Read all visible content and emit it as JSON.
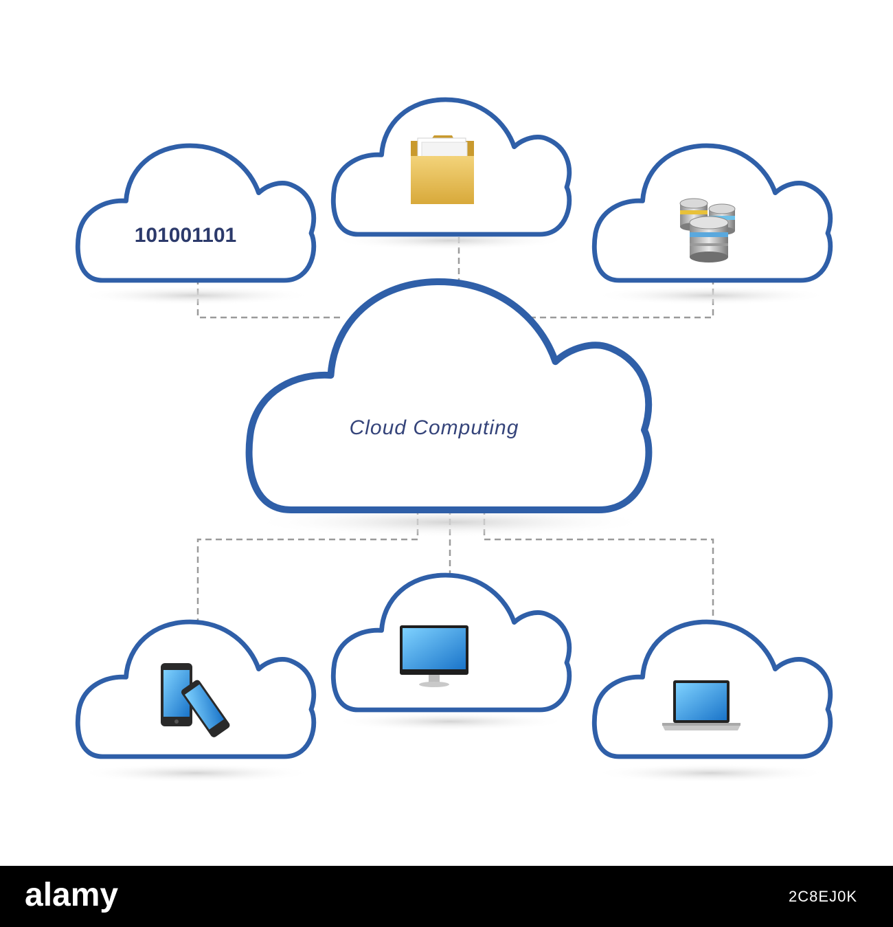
{
  "diagram": {
    "central_label": "Cloud Computing",
    "binary_label": "101001101",
    "colors": {
      "cloud_border": "#2f5fa8",
      "cloud_fill": "#ffffff",
      "connector": "#9a9a9a",
      "label_text": "#35447a"
    },
    "nodes": [
      {
        "name": "cloud-binary",
        "icon": "binary-text"
      },
      {
        "name": "cloud-folder",
        "icon": "folder-icon"
      },
      {
        "name": "cloud-database",
        "icon": "database-icon"
      },
      {
        "name": "cloud-smartphones",
        "icon": "smartphone-icon"
      },
      {
        "name": "cloud-monitor",
        "icon": "monitor-icon"
      },
      {
        "name": "cloud-laptop",
        "icon": "laptop-icon"
      }
    ]
  },
  "footer": {
    "logo": "alamy",
    "image_id": "2C8EJ0K"
  }
}
